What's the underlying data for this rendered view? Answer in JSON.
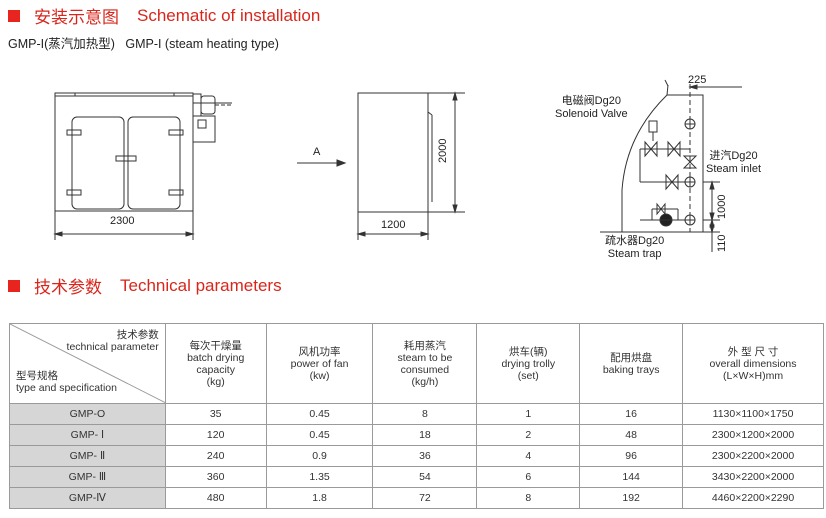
{
  "section1": {
    "title_cn": "安装示意图",
    "title_en": "Schematic of installation"
  },
  "subtitle": "GMP-I(蒸汽加热型)   GMP-I (steam heating type)",
  "front_view": {
    "width_dim": "2300"
  },
  "arrow_label": "A",
  "side_view": {
    "height_dim": "2000",
    "depth_dim": "1200"
  },
  "piping": {
    "dim_top": "225",
    "solenoid_cn": "电磁阀Dg20",
    "solenoid_en": "Solenoid Valve",
    "inlet_cn": "进汽Dg20",
    "inlet_en": "Steam inlet",
    "dim_1000": "1000",
    "trap_cn": "疏水器Dg20",
    "trap_en": "Steam trap",
    "dim_110": "110"
  },
  "section2": {
    "title_cn": "技术参数",
    "title_en": "Technical parameters"
  },
  "table": {
    "corner_top_cn": "技术参数",
    "corner_top_en": "technical parameter",
    "corner_bot_cn": "型号规格",
    "corner_bot_en": "type and specification",
    "headers": [
      {
        "cn": "每次干燥量",
        "en": "batch drying capacity",
        "unit": "(kg)"
      },
      {
        "cn": "风机功率",
        "en": "power of fan",
        "unit": "(kw)"
      },
      {
        "cn": "耗用蒸汽",
        "en": "steam to be consumed",
        "unit": "(kg/h)"
      },
      {
        "cn": "烘车(辆)",
        "en": "drying trolly",
        "unit": "(set)"
      },
      {
        "cn": "配用烘盘",
        "en": "baking trays",
        "unit": ""
      },
      {
        "cn": "外 型 尺 寸",
        "en": "overall dimensions",
        "unit": "(L×W×H)mm"
      }
    ],
    "rows": [
      [
        "GMP-O",
        "35",
        "0.45",
        "8",
        "1",
        "16",
        "1130×1100×1750"
      ],
      [
        "GMP- Ⅰ",
        "120",
        "0.45",
        "18",
        "2",
        "48",
        "2300×1200×2000"
      ],
      [
        "GMP- Ⅱ",
        "240",
        "0.9",
        "36",
        "4",
        "96",
        "2300×2200×2000"
      ],
      [
        "GMP- Ⅲ",
        "360",
        "1.35",
        "54",
        "6",
        "144",
        "3430×2200×2000"
      ],
      [
        "GMP-Ⅳ",
        "480",
        "1.8",
        "72",
        "8",
        "192",
        "4460×2200×2290"
      ]
    ]
  }
}
